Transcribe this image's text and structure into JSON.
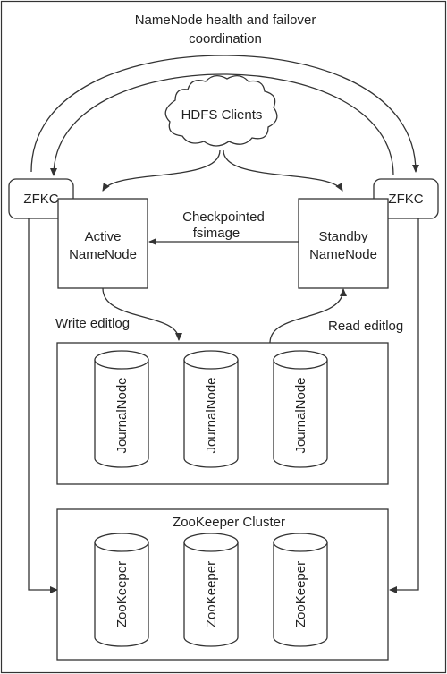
{
  "title": {
    "line1": "NameNode health and failover",
    "line2": "coordination"
  },
  "clients": {
    "label": "HDFS Clients",
    "icon": "cloud-icon"
  },
  "zfkc_left": {
    "label": "ZFKC"
  },
  "zfkc_right": {
    "label": "ZFKC"
  },
  "active_namenode": {
    "line1": "Active",
    "line2": "NameNode"
  },
  "standby_namenode": {
    "line1": "Standby",
    "line2": "NameNode"
  },
  "checkpoint": {
    "line1": "Checkpointed",
    "line2": "fsimage"
  },
  "write_editlog": "Write editlog",
  "read_editlog": "Read editlog",
  "journal_nodes": [
    "JournalNode",
    "JournalNode",
    "JournalNode"
  ],
  "zookeeper_cluster": {
    "title": "ZooKeeper Cluster",
    "nodes": [
      "ZooKeeper",
      "ZooKeeper",
      "ZooKeeper"
    ]
  },
  "colors": {
    "stroke": "#333333",
    "fill": "#ffffff",
    "text": "#222222"
  }
}
